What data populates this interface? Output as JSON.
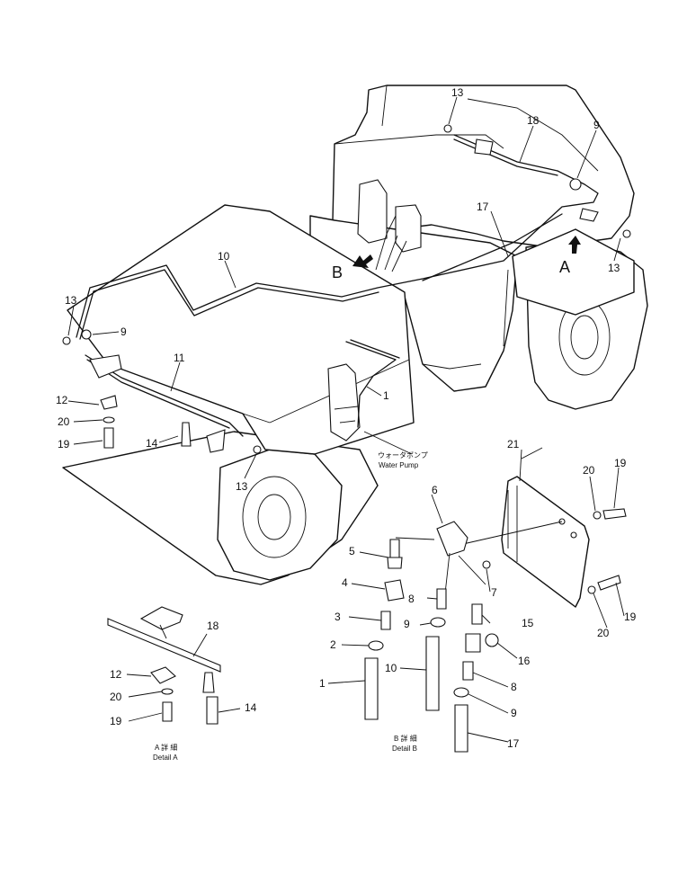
{
  "callouts": {
    "n13a": "13",
    "n18a": "18",
    "n9a": "9",
    "n17a": "17",
    "n13b": "13",
    "n10a": "10",
    "n13c": "13",
    "n9b": "9",
    "n11": "11",
    "n1a": "1",
    "n12a": "12",
    "n20a": "20",
    "n19a": "19",
    "n14a": "14",
    "n13d": "13",
    "n21": "21",
    "n20b": "20",
    "n19b": "19",
    "n6": "6",
    "n5": "5",
    "n4": "4",
    "n8a": "8",
    "n7": "7",
    "n3": "3",
    "n9c": "9",
    "n15": "15",
    "n19c": "19",
    "n20c": "20",
    "n2": "2",
    "n10b": "10",
    "n16": "16",
    "n1b": "1",
    "n8b": "8",
    "n9d": "9",
    "n17b": "17",
    "n18b": "18",
    "n12b": "12",
    "n20d": "20",
    "n19d": "19",
    "n14b": "14"
  },
  "view_markers": {
    "a": "A",
    "b": "B"
  },
  "water_pump": {
    "jp": "ウォータポンプ",
    "en": "Water Pump"
  },
  "detail_a": {
    "jp": "A 詳 細",
    "en": "Detail A"
  },
  "detail_b": {
    "jp": "B 詳 細",
    "en": "Detail B"
  }
}
